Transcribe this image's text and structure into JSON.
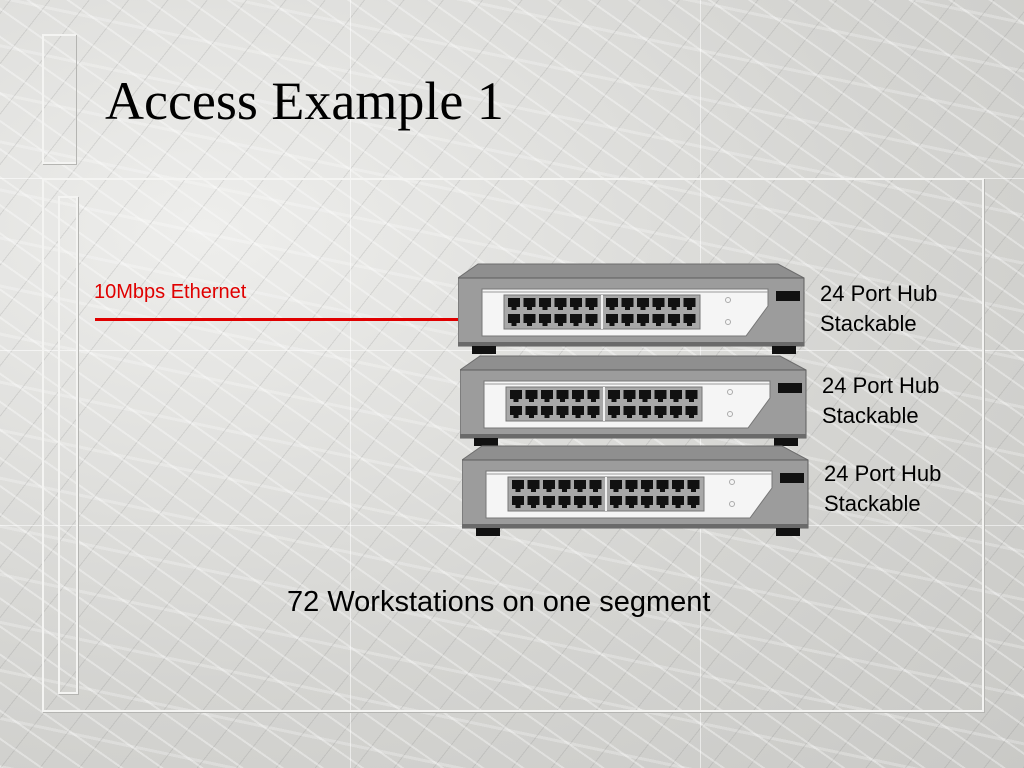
{
  "slide": {
    "title": "Access Example 1",
    "caption": "72 Workstations on one segment"
  },
  "link": {
    "label": "10Mbps Ethernet",
    "color": "#e00000"
  },
  "hubs": [
    {
      "line1": "24 Port Hub",
      "line2": "Stackable"
    },
    {
      "line1": "24 Port Hub",
      "line2": "Stackable"
    },
    {
      "line1": "24 Port Hub",
      "line2": "Stackable"
    }
  ]
}
